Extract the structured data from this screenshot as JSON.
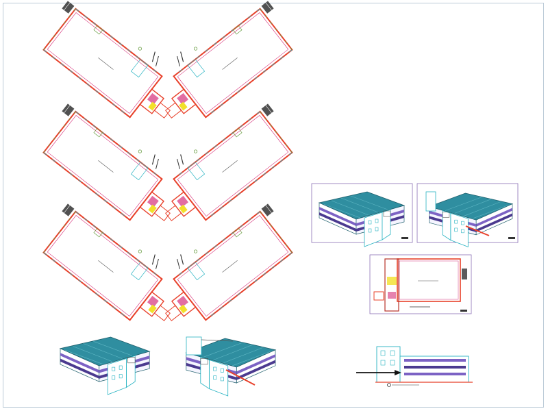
{
  "sheet": {
    "background": "#ffffff",
    "frame_color": "#b9c9d6",
    "panel_border_color": "#8a6fb5"
  },
  "colors": {
    "wall": "#e8402a",
    "wall_dark": "#b8332a",
    "door": "#d6307a",
    "window": "#27b3c2",
    "stair": "#f2e02a",
    "pipe": "#6a9e44",
    "roof": "#2f8ea0",
    "roof_light": "#5fb7c4",
    "facade_band": "#7c62c4",
    "facade_band_dark": "#4b3a8f",
    "annotation": "#222222"
  },
  "drawings": [
    {
      "kind": "floor-plan",
      "label": "floor-plan-1"
    },
    {
      "kind": "floor-plan",
      "label": "floor-plan-2"
    },
    {
      "kind": "floor-plan",
      "label": "floor-plan-3"
    },
    {
      "kind": "floor-plan",
      "label": "floor-plan-4"
    },
    {
      "kind": "floor-plan",
      "label": "floor-plan-5"
    },
    {
      "kind": "floor-plan",
      "label": "floor-plan-6"
    },
    {
      "kind": "perspective",
      "label": "perspective-1"
    },
    {
      "kind": "perspective",
      "label": "perspective-2"
    },
    {
      "kind": "perspective-panel",
      "label": "perspective-panel-1"
    },
    {
      "kind": "perspective-panel",
      "label": "perspective-panel-2"
    },
    {
      "kind": "floor-plan-panel",
      "label": "floor-plan-panel"
    },
    {
      "kind": "elevation",
      "label": "elevation"
    }
  ]
}
